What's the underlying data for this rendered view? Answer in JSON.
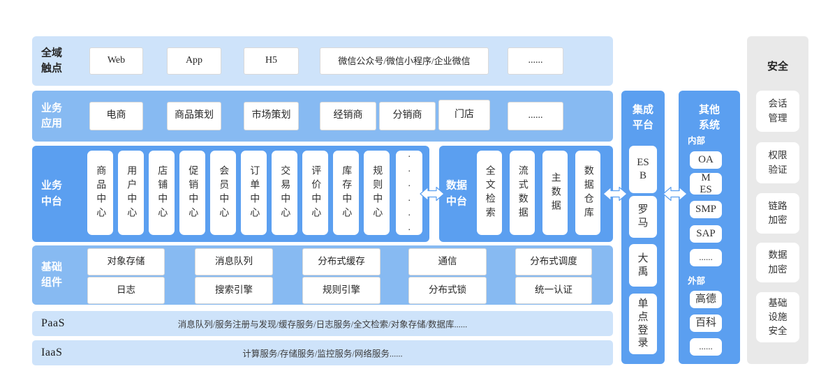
{
  "colors": {
    "light_blue": "#cee3fa",
    "medium_blue": "#87baf2",
    "strong_blue": "#5b9ff0",
    "panel_gray": "#e9e9e9",
    "box_border": "#d9d9d9",
    "text_dark": "#262626",
    "arrow_fill": "#ffffff",
    "arrow_stroke": "#5b9ff0"
  },
  "diagram": {
    "touchpoints": {
      "label": "全域触点",
      "items": [
        "Web",
        "App",
        "H5",
        "微信公众号/微信小程序/企业微信",
        "......"
      ]
    },
    "business_apps": {
      "label": "业务应用",
      "items": [
        "电商",
        "商品策划",
        "市场策划",
        "经销商",
        "分销商",
        "门店",
        "......"
      ]
    },
    "business_center": {
      "label": "业务中台",
      "items": [
        "商品中心",
        "用户中心",
        "店铺中心",
        "促销中心",
        "会员中心",
        "订单中心",
        "交易中心",
        "评价中心",
        "库存中心",
        "规则中心"
      ],
      "more": "......"
    },
    "data_center": {
      "label": "数据中台",
      "items": [
        "全文检索",
        "流式数据",
        "主数据",
        "数据仓库"
      ]
    },
    "foundation": {
      "label": "基础组件",
      "row1": [
        "对象存储",
        "消息队列",
        "分布式缓存",
        "通信",
        "分布式调度"
      ],
      "row2": [
        "日志",
        "搜索引擎",
        "规则引擎",
        "分布式锁",
        "统一认证"
      ]
    },
    "paas": {
      "label": "PaaS",
      "desc": "消息队列/服务注册与发现/缓存服务/日志服务/全文检索/对象存储/数据库......"
    },
    "iaas": {
      "label": "IaaS",
      "desc": "计算服务/存储服务/监控服务/网络服务......"
    },
    "integration": {
      "label": "集成平台",
      "items": [
        "ESB",
        "罗马",
        "大禹",
        "单点登录"
      ]
    },
    "other_systems": {
      "label": "其他系统",
      "internal_label": "内部",
      "internal_items": [
        "OA",
        "MES",
        "SMP",
        "SAP",
        "......"
      ],
      "external_label": "外部",
      "external_items": [
        "高德",
        "百科",
        "......"
      ]
    },
    "security": {
      "label": "安全",
      "items": [
        "会话管理",
        "权限验证",
        "链路加密",
        "数据加密",
        "基础设施安全"
      ]
    }
  }
}
